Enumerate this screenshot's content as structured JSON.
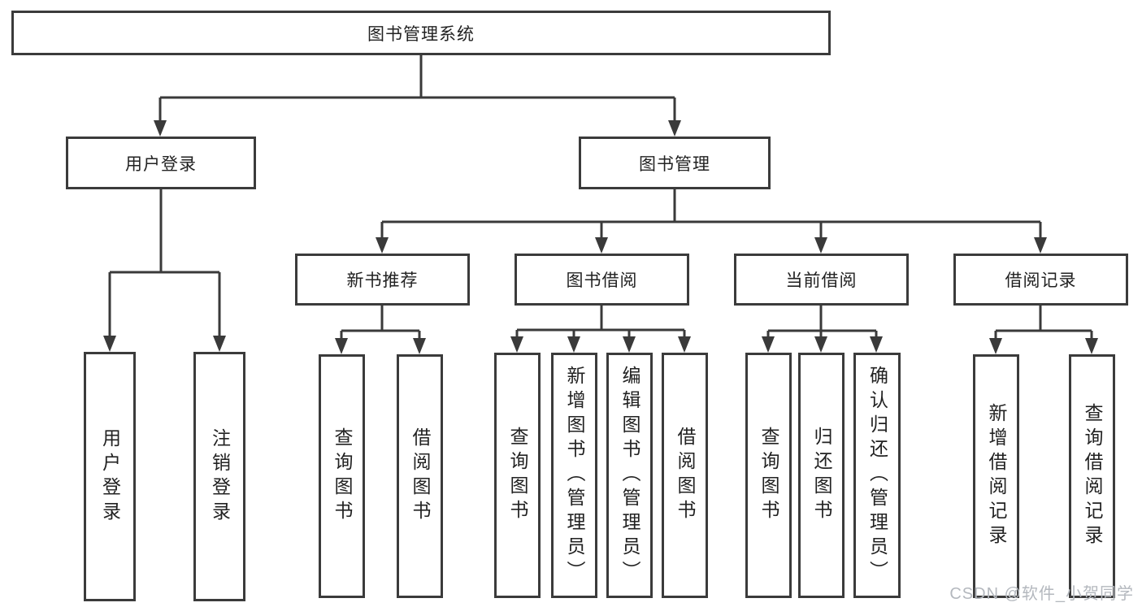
{
  "diagram": {
    "root": {
      "label": "图书管理系统"
    },
    "branches": [
      {
        "label": "用户登录",
        "children": [
          {
            "label": "用户登录"
          },
          {
            "label": "注销登录"
          }
        ]
      },
      {
        "label": "图书管理",
        "children": [
          {
            "label": "新书推荐",
            "children": [
              {
                "label": "查询图书"
              },
              {
                "label": "借阅图书"
              }
            ]
          },
          {
            "label": "图书借阅",
            "children": [
              {
                "label": "查询图书"
              },
              {
                "label": "新增图书（管理员）"
              },
              {
                "label": "编辑图书（管理员）"
              },
              {
                "label": "借阅图书"
              }
            ]
          },
          {
            "label": "当前借阅",
            "children": [
              {
                "label": "查询图书"
              },
              {
                "label": "归还图书"
              },
              {
                "label": "确认归还（管理员）"
              }
            ]
          },
          {
            "label": "借阅记录",
            "children": [
              {
                "label": "新增借阅记录"
              },
              {
                "label": "查询借阅记录"
              }
            ]
          }
        ]
      }
    ]
  },
  "watermark": {
    "text": "CSDN @软件_小贺同学",
    "color": "#b4b8be"
  },
  "colors": {
    "line": "#3a3a3a",
    "box_border": "#3b3b3b",
    "text": "#222222",
    "background": "#ffffff"
  }
}
